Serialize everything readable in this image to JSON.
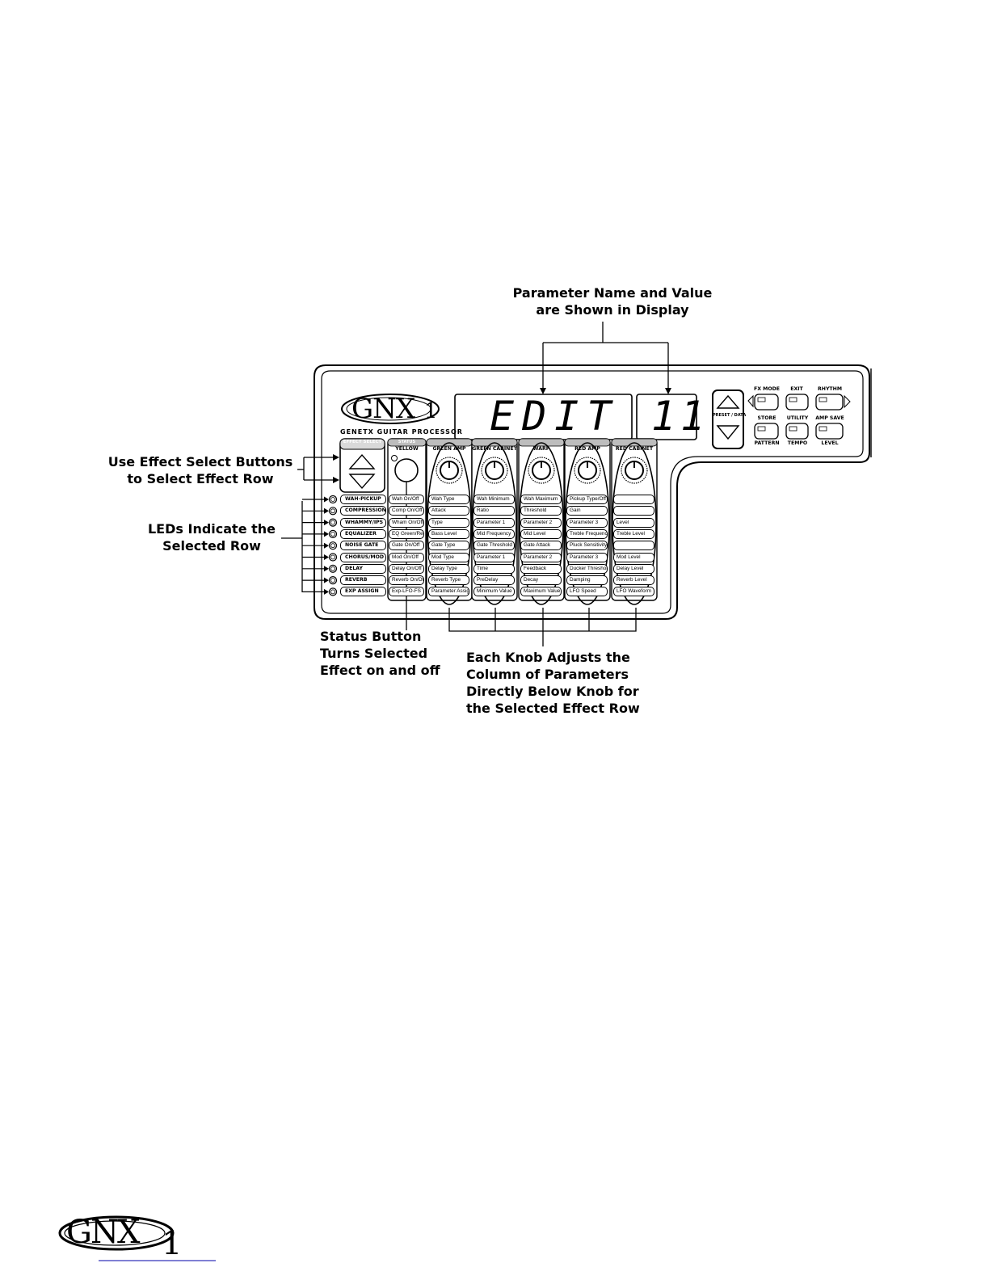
{
  "callouts": {
    "display": [
      "Parameter Name and Value",
      "are Shown in Display"
    ],
    "effect_select": [
      "Use Effect Select Buttons",
      "to Select Effect Row"
    ],
    "leds": [
      "LEDs Indicate the",
      "Selected Row"
    ],
    "status": [
      "Status Button",
      "Turns Selected",
      "Effect on and off"
    ],
    "knob": [
      "Each Knob Adjusts the",
      "Column of Parameters",
      "Directly Below Knob for",
      "the Selected Effect Row"
    ]
  },
  "device": {
    "logo": "GNX",
    "logo_sub": "1",
    "tagline": "GENETX GUITAR PROCESSOR",
    "display_main": "EDIT",
    "display_num": "11",
    "preset_data_label": "PRESET / DATA",
    "buttons": {
      "fx_mode": "FX MODE",
      "exit": "EXIT",
      "rhythm": "RHYTHM",
      "store": "STORE",
      "utility": "UTILITY",
      "amp_save": "AMP SAVE",
      "pattern": "PATTERN",
      "tempo": "TEMPO",
      "level": "LEVEL"
    },
    "effect_select_label": "EFFECT SELECT",
    "status_header_top": "STATUS",
    "status_header": "YELLOW",
    "column_headers": [
      "GREEN AMP",
      "GREEN CABINET",
      "WARP",
      "RED AMP",
      "RED CABINET"
    ],
    "rows": [
      "WAH-PICKUP",
      "COMPRESSION",
      "WHAMMY/IPS",
      "EQUALIZER",
      "NOISE GATE",
      "CHORUS/MOD",
      "DELAY",
      "REVERB",
      "EXP ASSIGN"
    ],
    "status_cells": [
      "Wah On/Off",
      "Comp On/Off",
      "Wham On/Off",
      "EQ Green/Red",
      "Gate On/Off",
      "Mod On/Off",
      "Delay On/Off",
      "Reverb On/Off",
      "Exp-LFO-FS"
    ],
    "grid": [
      [
        "Wah Type",
        "Wah Minimum",
        "Wah Maximum",
        "Pickup Type/Off",
        ""
      ],
      [
        "Attack",
        "Ratio",
        "Threshold",
        "Gain",
        ""
      ],
      [
        "Type",
        "Parameter 1",
        "Parameter 2",
        "Parameter 3",
        "Level"
      ],
      [
        "Bass Level",
        "Mid Frequency",
        "Mid Level",
        "Treble Frequency",
        "Treble Level"
      ],
      [
        "Gate Type",
        "Gate Threshold",
        "Gate Attack",
        "Pluck Sensitivity",
        ""
      ],
      [
        "Mod Type",
        "Parameter 1",
        "Parameter 2",
        "Parameter 3",
        "Mod Level"
      ],
      [
        "Delay Type",
        "Time",
        "Feedback",
        "Ducker Threshold",
        "Delay Level"
      ],
      [
        "Reverb Type",
        "PreDelay",
        "Decay",
        "Damping",
        "Reverb Level"
      ],
      [
        "Parameter Assign",
        "Minimum Value",
        "Maximum Value",
        "LFO Speed",
        "LFO Waveform"
      ]
    ]
  },
  "footer": {
    "logo": "GNX",
    "logo_sub": "1"
  }
}
